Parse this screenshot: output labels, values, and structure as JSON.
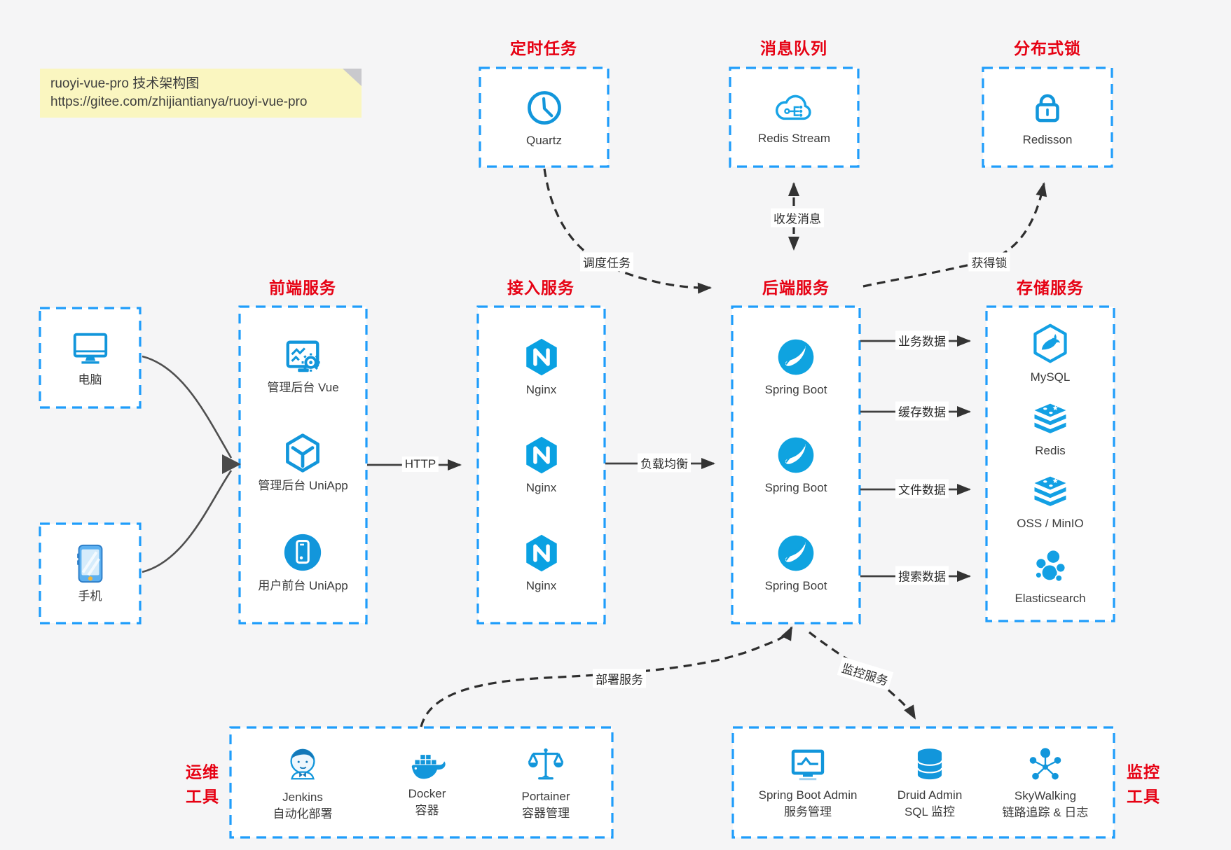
{
  "note": {
    "title_line": "ruoyi-vue-pro 技术架构图",
    "url_line": "https://gitee.com/zhijiantianya/ruoyi-vue-pro"
  },
  "colors": {
    "background": "#f5f5f6",
    "box_fill": "#ffffff",
    "border_blue": "#1f9dfb",
    "icon_blue": "#1296db",
    "title_red": "#e60113",
    "note_bg": "#faf6c0",
    "note_fold": "#c9c9cd",
    "arrow_dark": "#333333"
  },
  "groups": {
    "scheduled_job": {
      "title": "定时任务",
      "item": {
        "label": "Quartz",
        "icon": "clock-icon"
      }
    },
    "message_queue": {
      "title": "消息队列",
      "item": {
        "label": "Redis Stream",
        "icon": "cloud-network-icon"
      }
    },
    "distributed_lock": {
      "title": "分布式锁",
      "item": {
        "label": "Redisson",
        "icon": "padlock-icon"
      }
    },
    "clients": {
      "computer_label": "电脑",
      "phone_label": "手机"
    },
    "frontend": {
      "title": "前端服务",
      "items": [
        {
          "label": "管理后台 Vue",
          "icon": "admin-screen-gear-icon"
        },
        {
          "label": "管理后台 UniApp",
          "icon": "uniapp-cube-icon"
        },
        {
          "label": "用户前台 UniApp",
          "icon": "phone-circle-icon"
        }
      ]
    },
    "gateway": {
      "title": "接入服务",
      "items": [
        {
          "label": "Nginx",
          "icon": "nginx-icon"
        },
        {
          "label": "Nginx",
          "icon": "nginx-icon"
        },
        {
          "label": "Nginx",
          "icon": "nginx-icon"
        }
      ]
    },
    "backend": {
      "title": "后端服务",
      "items": [
        {
          "label": "Spring Boot",
          "icon": "spring-leaf-icon"
        },
        {
          "label": "Spring Boot",
          "icon": "spring-leaf-icon"
        },
        {
          "label": "Spring Boot",
          "icon": "spring-leaf-icon"
        }
      ]
    },
    "storage": {
      "title": "存储服务",
      "items": [
        {
          "label": "MySQL",
          "icon": "mysql-dolphin-icon"
        },
        {
          "label": "Redis",
          "icon": "redis-stack-icon"
        },
        {
          "label": "OSS / MinIO",
          "icon": "oss-minio-stack-icon"
        },
        {
          "label": "Elasticsearch",
          "icon": "elasticsearch-icon"
        }
      ]
    },
    "ops_tools": {
      "title_line1": "运维",
      "title_line2": "工具",
      "items": [
        {
          "label": "Jenkins",
          "sublabel": "自动化部署",
          "icon": "jenkins-icon"
        },
        {
          "label": "Docker",
          "sublabel": "容器",
          "icon": "docker-whale-icon"
        },
        {
          "label": "Portainer",
          "sublabel": "容器管理",
          "icon": "portainer-scales-icon"
        }
      ]
    },
    "monitor_tools": {
      "title_line1": "监控",
      "title_line2": "工具",
      "items": [
        {
          "label": "Spring Boot Admin",
          "sublabel": "服务管理",
          "icon": "monitor-pulse-icon"
        },
        {
          "label": "Druid Admin",
          "sublabel": "SQL 监控",
          "icon": "database-cylinder-icon"
        },
        {
          "label": "SkyWalking",
          "sublabel": "链路追踪 & 日志",
          "icon": "skywalking-molecule-icon"
        }
      ]
    }
  },
  "edges": {
    "http": "HTTP",
    "load_balance": "负载均衡",
    "schedule_job": "调度任务",
    "send_receive_message": "收发消息",
    "acquire_lock": "获得锁",
    "business_data": "业务数据",
    "cache_data": "缓存数据",
    "file_data": "文件数据",
    "search_data": "搜索数据",
    "deploy_service": "部署服务",
    "monitor_service": "监控服务"
  }
}
